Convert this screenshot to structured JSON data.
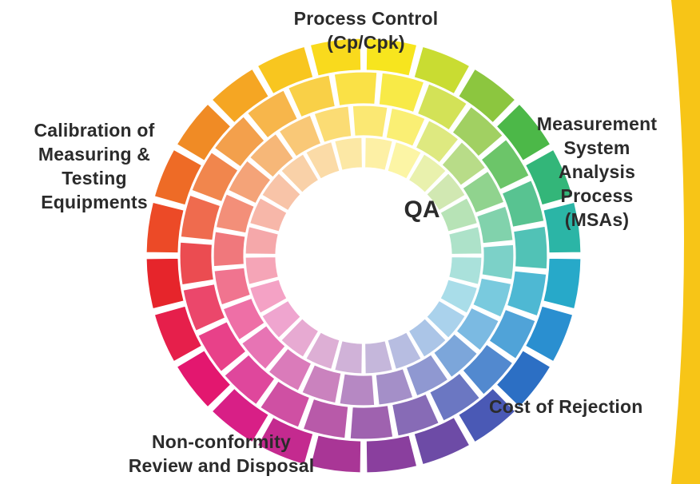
{
  "diagram": {
    "center_label": "QA",
    "labels": {
      "top": [
        "Process Control",
        "(Cp/Cpk)"
      ],
      "left": [
        "Calibration of",
        "Measuring &",
        "Testing",
        "Equipments"
      ],
      "right": [
        "Measurement",
        "System",
        "Analysis",
        "Process",
        "(MSAs)"
      ],
      "bottom_right": [
        "Cost of Rejection"
      ],
      "bottom": [
        "Non-conformity",
        "Review and Disposal"
      ]
    },
    "wheel": {
      "segments_per_ring": 24,
      "ring_count": 4,
      "hues": [
        "#f7e51e",
        "#c9dc32",
        "#8cc63f",
        "#4cb848",
        "#33b679",
        "#2bb5a6",
        "#27a9c9",
        "#2a8fd0",
        "#2c6fc4",
        "#4a59b5",
        "#6d4ba6",
        "#8a3f9e",
        "#a93696",
        "#c42a8f",
        "#d81f86",
        "#e3176f",
        "#e61f4b",
        "#e6252b",
        "#ec4a27",
        "#ee6b26",
        "#f08b25",
        "#f5a623",
        "#f8c61f",
        "#f9da1d"
      ],
      "ring_tints": [
        0.0,
        0.18,
        0.38,
        0.6
      ]
    },
    "accent_color": "#f7c517"
  }
}
